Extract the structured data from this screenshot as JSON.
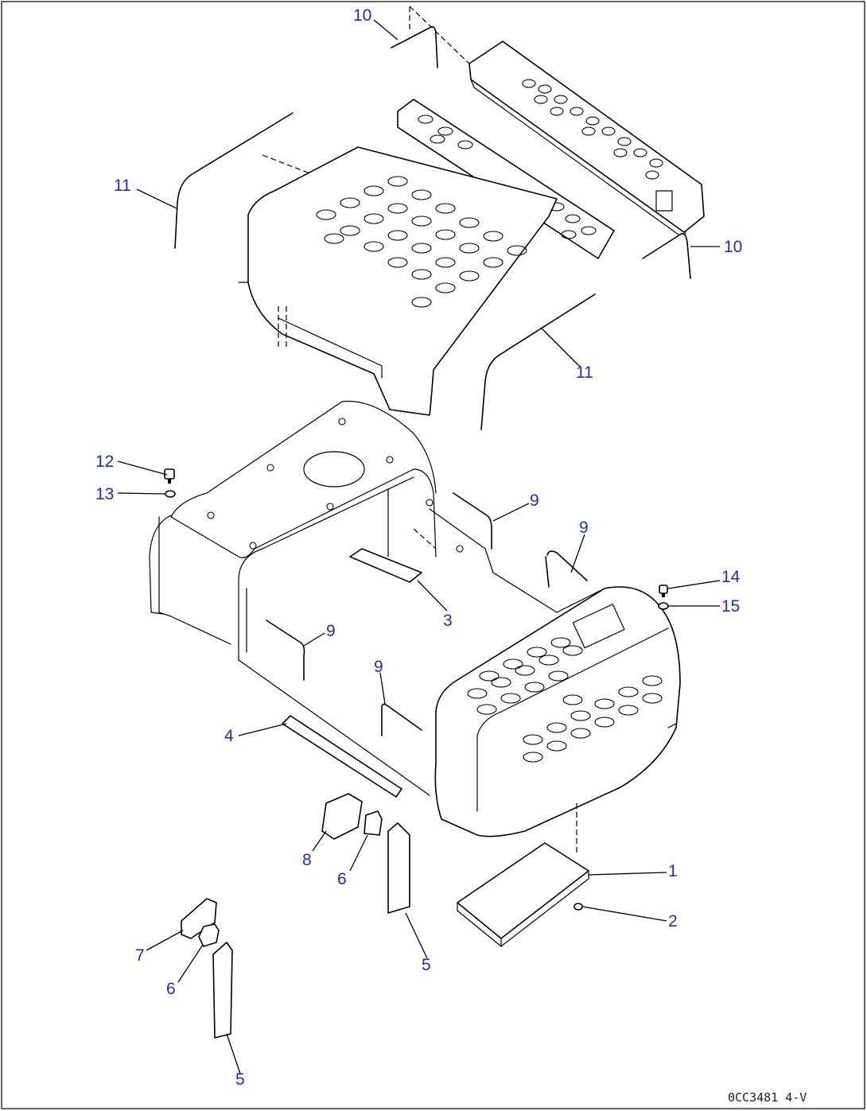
{
  "drawing": {
    "code": "0CC3481 4-V"
  },
  "callouts": [
    {
      "id": "c10a",
      "label": "10"
    },
    {
      "id": "c11a",
      "label": "11"
    },
    {
      "id": "c10b",
      "label": "10"
    },
    {
      "id": "c11b",
      "label": "11"
    },
    {
      "id": "c12",
      "label": "12"
    },
    {
      "id": "c13",
      "label": "13"
    },
    {
      "id": "c9a",
      "label": "9"
    },
    {
      "id": "c9b",
      "label": "9"
    },
    {
      "id": "c14",
      "label": "14"
    },
    {
      "id": "c15",
      "label": "15"
    },
    {
      "id": "c3",
      "label": "3"
    },
    {
      "id": "c9c",
      "label": "9"
    },
    {
      "id": "c9d",
      "label": "9"
    },
    {
      "id": "c4",
      "label": "4"
    },
    {
      "id": "c1",
      "label": "1"
    },
    {
      "id": "c2",
      "label": "2"
    },
    {
      "id": "c8",
      "label": "8"
    },
    {
      "id": "c6a",
      "label": "6"
    },
    {
      "id": "c5a",
      "label": "5"
    },
    {
      "id": "c7",
      "label": "7"
    },
    {
      "id": "c6b",
      "label": "6"
    },
    {
      "id": "c5b",
      "label": "5"
    }
  ],
  "colors": {
    "callout": "#1f2dc8",
    "line": "#000000"
  }
}
